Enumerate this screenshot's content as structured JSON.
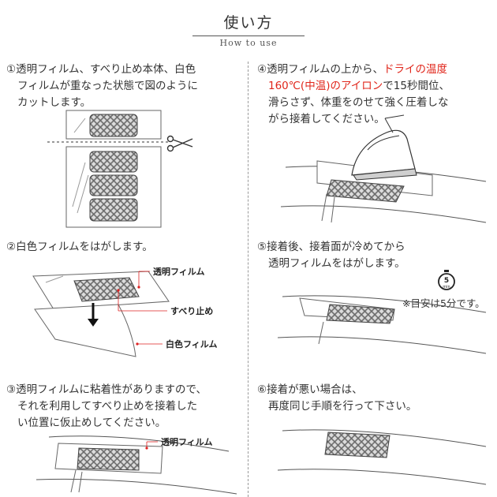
{
  "header": {
    "title": "使い方",
    "subtitle": "How to use"
  },
  "steps": [
    {
      "lines": [
        "①透明フィルム、すべり止め本体、白色",
        "フィルムが重なった状態で図のように",
        "カットします。"
      ]
    },
    {
      "lines": [
        "②白色フィルムをはがします。"
      ],
      "labels": [
        "透明フィルム",
        "すべり止め",
        "白色フィルム"
      ]
    },
    {
      "lines": [
        "③透明フィルムに粘着性がありますので、",
        "それを利用してすべり止めを接着した",
        "い位置に仮止めしてください。"
      ],
      "labels": [
        "透明フィルム"
      ]
    },
    {
      "line1_pre": "④透明フィルムの上から、",
      "line1_red": "ドライの温度",
      "line2_red": "160℃(中温)のアイロン",
      "line2_post": "で15秒間位、",
      "lines_rest": [
        "滑らさず、体重をのせて強く圧着しな",
        "がら接着してください。"
      ]
    },
    {
      "lines": [
        "⑤接着後、接着面が冷めてから",
        "透明フィルムをはがします。"
      ],
      "note": "※目安は5分です。",
      "timer": {
        "number": "5",
        "unit": "min"
      }
    },
    {
      "lines": [
        "⑥接着が悪い場合は、",
        "再度同じ手順を行って下さい。"
      ]
    }
  ],
  "icons": [
    "scissors-icon",
    "arrow-down-icon",
    "iron-icon",
    "stopwatch-icon"
  ],
  "colors": {
    "accent_red": "#e0261b",
    "text": "#333333",
    "pattern": "#555555"
  }
}
